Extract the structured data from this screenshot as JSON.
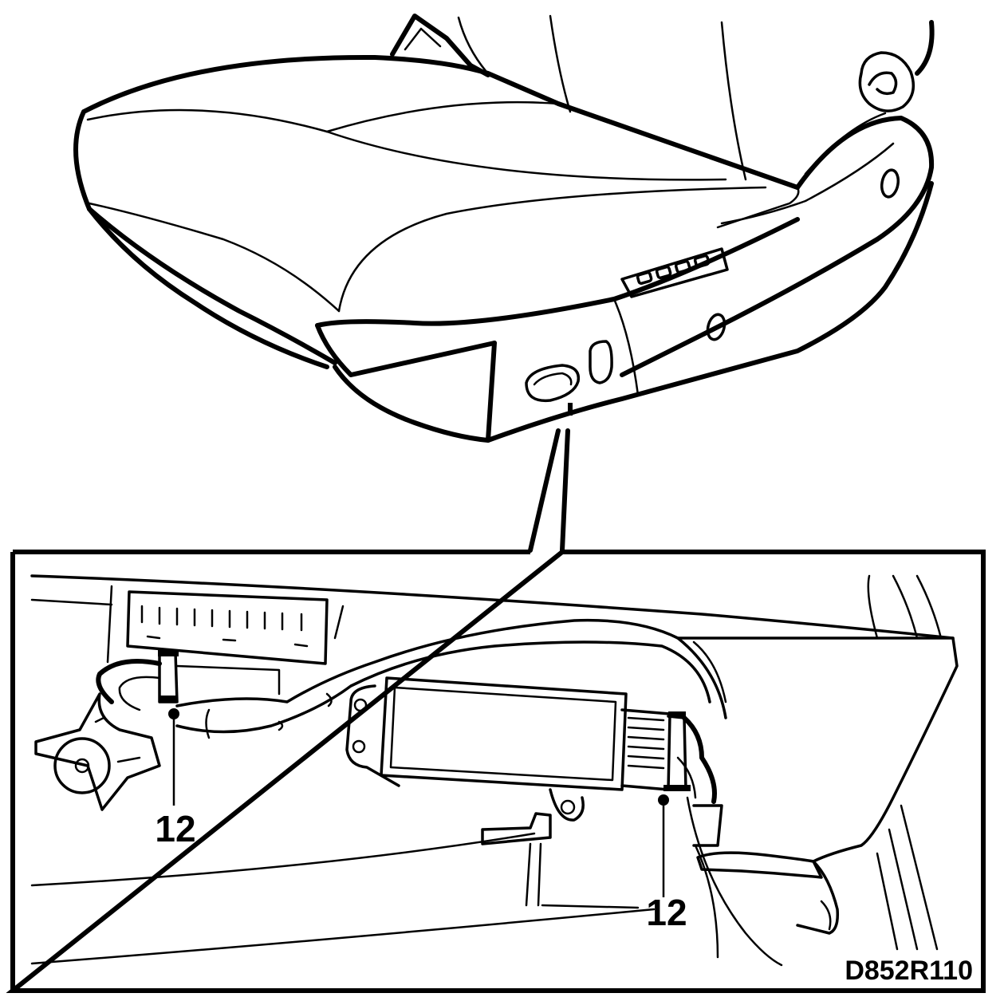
{
  "figure": {
    "code": "D852R110",
    "callouts": [
      {
        "id": "connector-left",
        "label": "12"
      },
      {
        "id": "connector-right",
        "label": "12"
      }
    ]
  }
}
